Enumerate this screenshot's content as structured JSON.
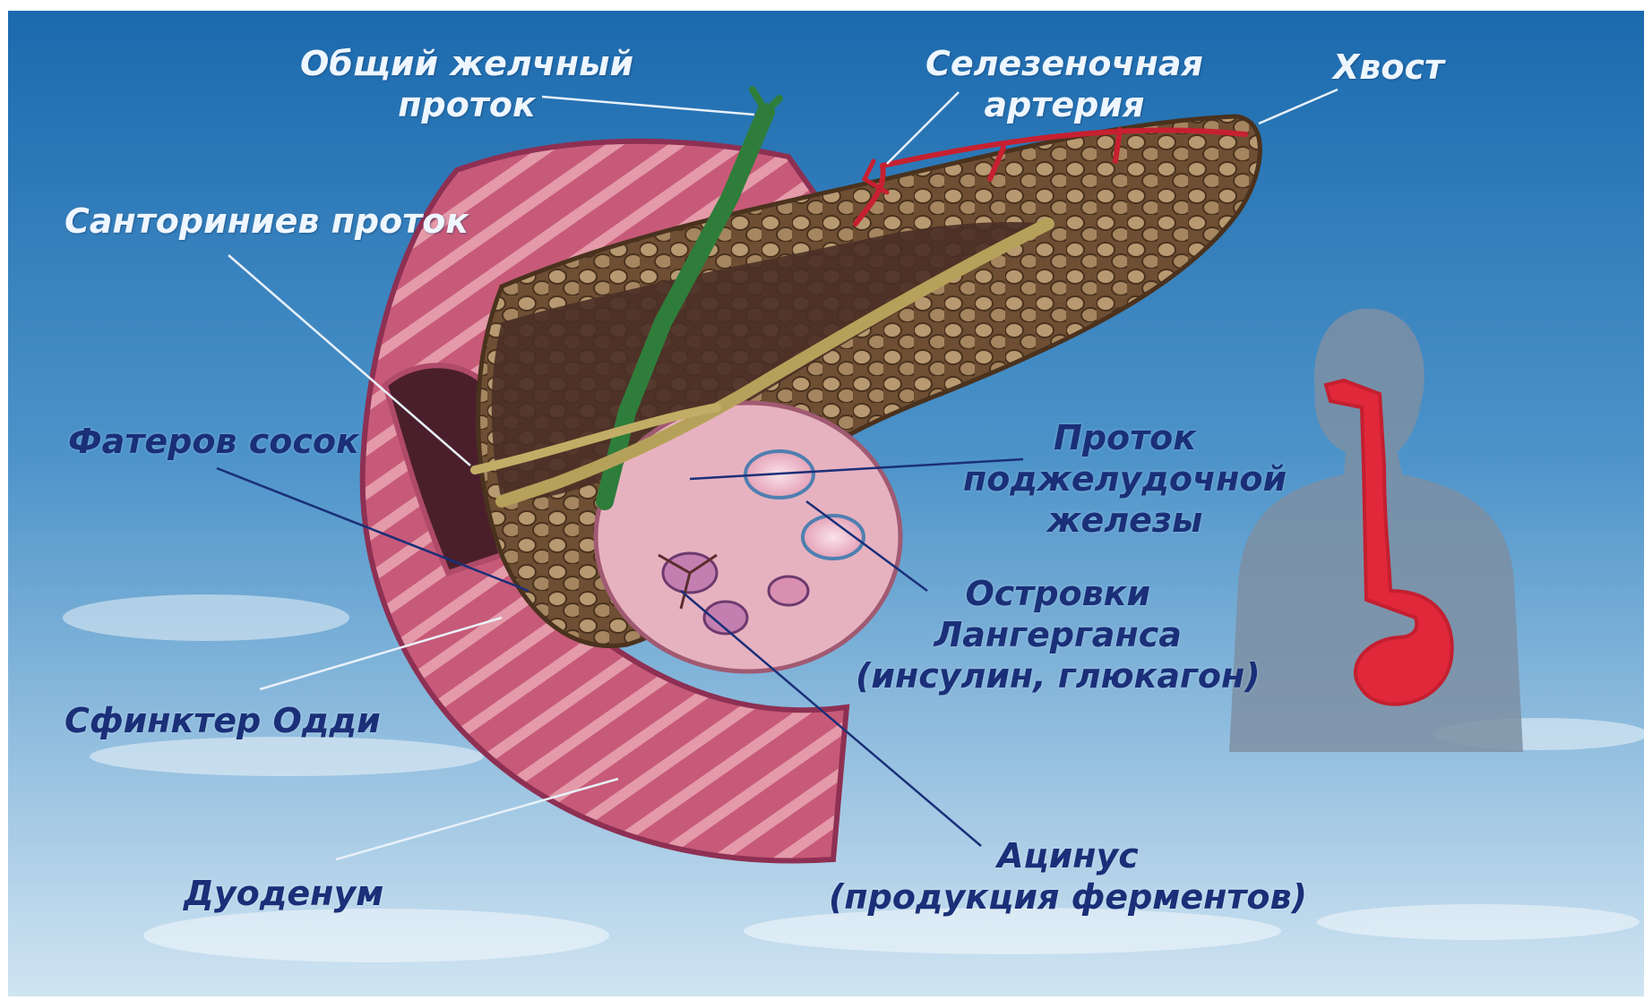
{
  "labels": {
    "common_bile_duct": [
      "Общий желчный",
      "проток"
    ],
    "splenic_artery": [
      "Селезеночная",
      "артерия"
    ],
    "tail": "Хвост",
    "santorini_duct": "Санториниев проток",
    "vater_papilla": "Фатеров сосок",
    "pancreatic_duct": [
      "Проток",
      "поджелудочной",
      "железы"
    ],
    "langerhans_islets": [
      "Островки",
      "Лангерганса",
      "(инсулин, глюкагон)"
    ],
    "oddi_sphincter": "Сфинктер Одди",
    "duodenum": "Дуоденум",
    "acinus": [
      "Ацинус",
      "(продукция ферментов)"
    ]
  },
  "colors": {
    "sky_top": "#1d6fb3",
    "sky_bottom": "#cfe4f3",
    "gland": "#7a5a3a",
    "duodenum": "#c9607f",
    "silhouette": "#7d8fa3",
    "digestive_tract": "#e0283a",
    "label_dark": "#1a2f78",
    "label_light": "#eef6ff"
  }
}
